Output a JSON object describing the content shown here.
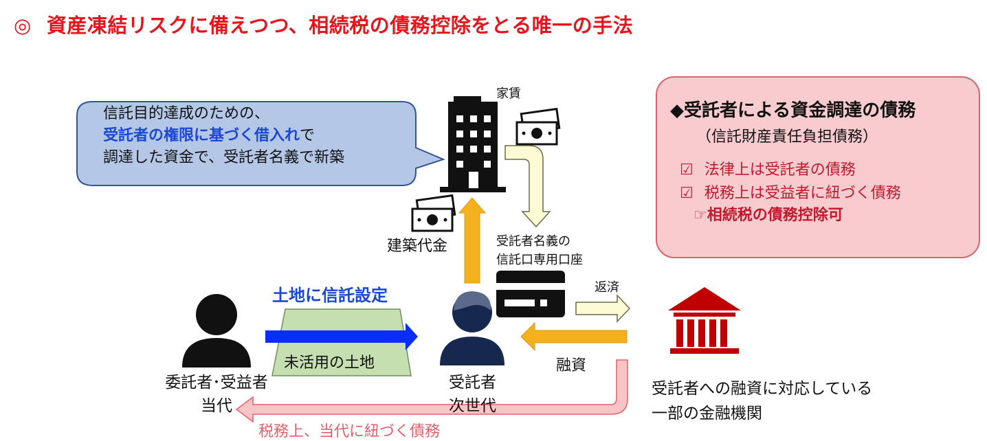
{
  "title": {
    "mark": "◎",
    "text": "資産凍結リスクに備えつつ、相続税の債務控除をとる唯一の手法"
  },
  "callout": {
    "line1": "信託目的達成のための、",
    "line2_bold": "受託者の権限に基づく借入れ",
    "line2_rest": "で",
    "line3": "調達した資金で、受託者名義で新築"
  },
  "labels": {
    "rent": "家賃",
    "construction_cost": "建築代金",
    "trust_account": [
      "受託者名義の",
      "信託口専用口座"
    ],
    "repayment": "返済",
    "loan": "融資",
    "trust_setting": "土地に信託設定",
    "unused_land": "未活用の土地",
    "settlor": [
      "委託者･受益者",
      "当代"
    ],
    "trustee": [
      "受託者",
      "次世代"
    ],
    "bank": [
      "受託者への融資に対応している",
      "一部の金融機関"
    ],
    "tax_arrow": "税務上、当代に紐づく債務"
  },
  "debt_box": {
    "title": "◆受託者による資金調達の債務",
    "subtitle": "（信託財産責任負担債務）",
    "checks": [
      {
        "box": "☑",
        "text": "法律上は受託者の債務"
      },
      {
        "box": "☑",
        "text": "税務上は受益者に紐づく債務"
      }
    ],
    "deduction": "☞相続税の債務控除可"
  },
  "colors": {
    "title_red": "#e8141c",
    "callout_fill": "#b4c7e7",
    "callout_stroke": "#2f5597",
    "blue_emphasis": "#1a47d6",
    "pink_fill": "#f8cbcf",
    "pink_stroke": "#e0606b",
    "orange_arrow": "#f4b11d",
    "pale_yellow_arrow": "#fdfbd4",
    "land_green": "#c5dfb0",
    "navy_person": "#17284f",
    "bank_red": "#c00000",
    "tax_arrow_fill": "#f8c4c6",
    "tax_text": "#e0606b"
  }
}
